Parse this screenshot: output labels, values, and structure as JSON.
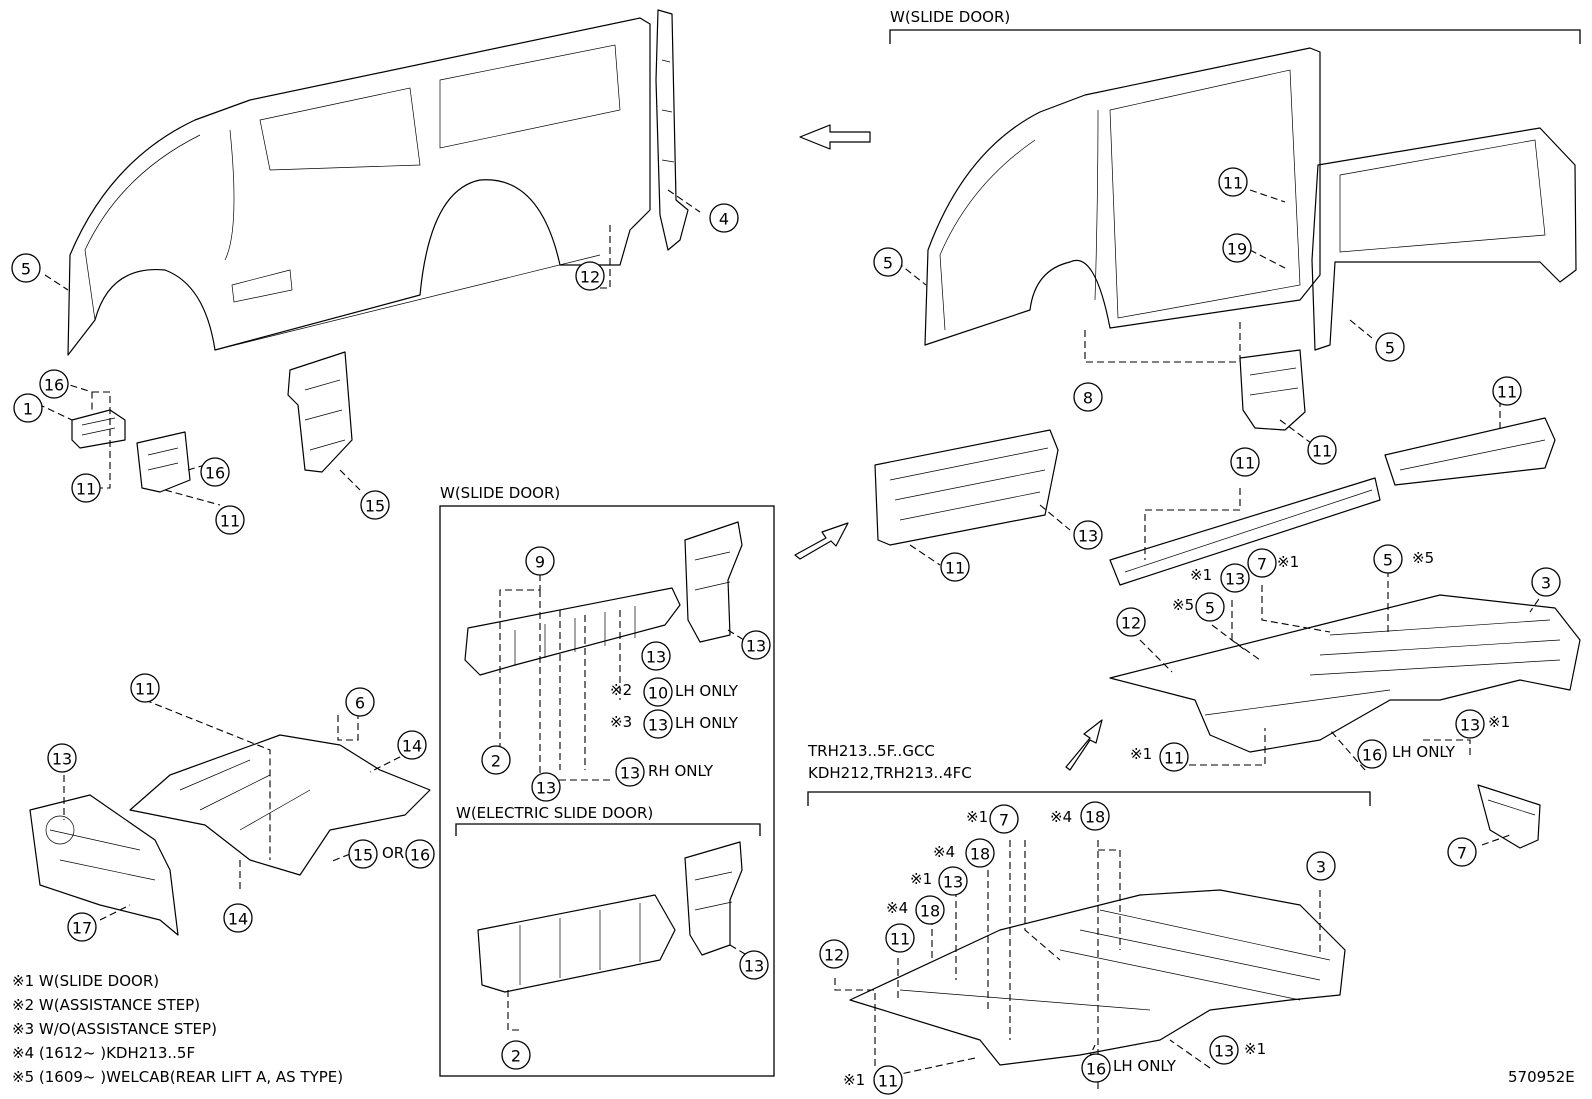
{
  "headings": {
    "slide_door_top": "W(SLIDE DOOR)",
    "slide_door_box": "W(SLIDE DOOR)",
    "electric_slide_door": "W(ELECTRIC SLIDE DOOR)",
    "models_line1": "TRH213..5F..GCC",
    "models_line2": "KDH212,TRH213..4FC"
  },
  "callout_suffixes": {
    "lh_only": "LH ONLY",
    "rh_only": "RH ONLY",
    "or": "OR",
    "note1": "※1",
    "note2": "※2",
    "note3": "※3",
    "note4": "※4",
    "note5": "※5"
  },
  "notes": [
    "※1 W(SLIDE DOOR)",
    "※2 W(ASSISTANCE STEP)",
    "※3 W/O(ASSISTANCE STEP)",
    "※4 (1612~      )KDH213..5F",
    "※5 (1609~      )WELCAB(REAR LIFT A, AS TYPE)"
  ],
  "diagram_code": "570952E",
  "part_numbers": {
    "p1": "1",
    "p2": "2",
    "p3": "3",
    "p4": "4",
    "p5": "5",
    "p6": "6",
    "p7": "7",
    "p8": "8",
    "p9": "9",
    "p10": "10",
    "p11": "11",
    "p12": "12",
    "p13": "13",
    "p14": "14",
    "p15": "15",
    "p16": "16",
    "p17": "17",
    "p18": "18",
    "p19": "19"
  },
  "icons": {
    "direction_arrow": "hollow-arrow-icon",
    "callout": "circled-number-icon"
  }
}
